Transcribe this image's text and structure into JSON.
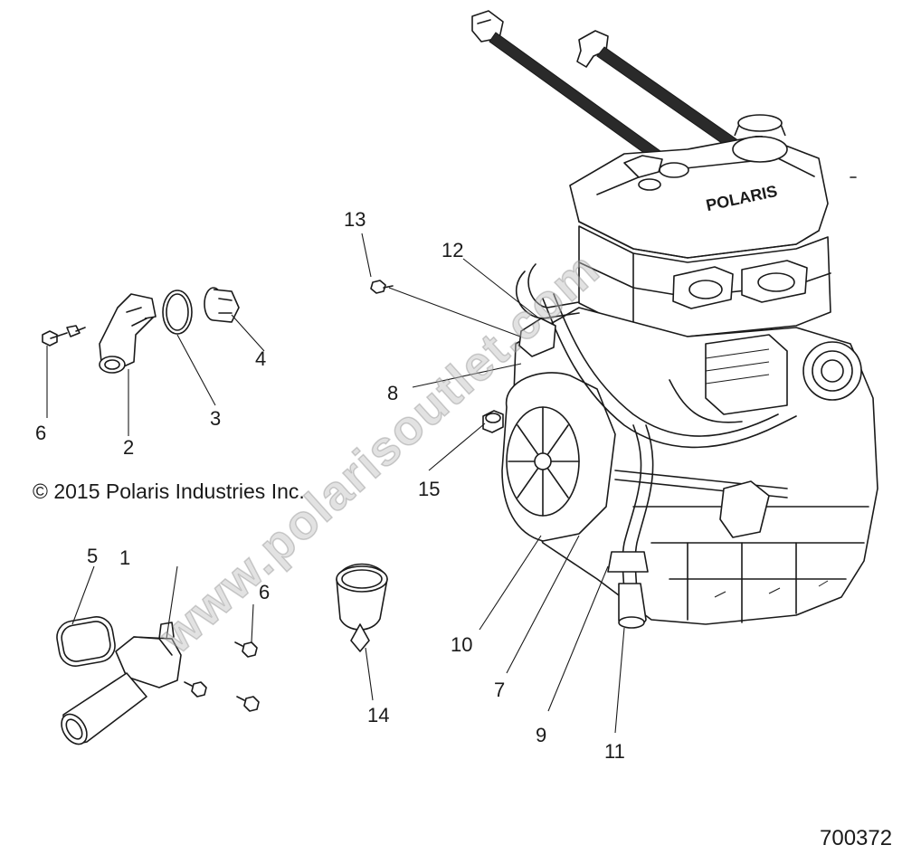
{
  "diagram": {
    "copyright": "© 2015 Polaris Industries Inc.",
    "diagram_id": "700372",
    "watermark": "www.polarisoutlet.com"
  },
  "callouts": {
    "c1": "1",
    "c2": "2",
    "c3": "3",
    "c4": "4",
    "c5": "5",
    "c6a": "6",
    "c6b": "6",
    "c7": "7",
    "c8": "8",
    "c9": "9",
    "c10": "10",
    "c11": "11",
    "c12": "12",
    "c13": "13",
    "c14": "14",
    "c15": "15"
  },
  "colors": {
    "ink": "#1a1a1a",
    "watermark": "#bfbfbf",
    "paper": "#ffffff"
  }
}
